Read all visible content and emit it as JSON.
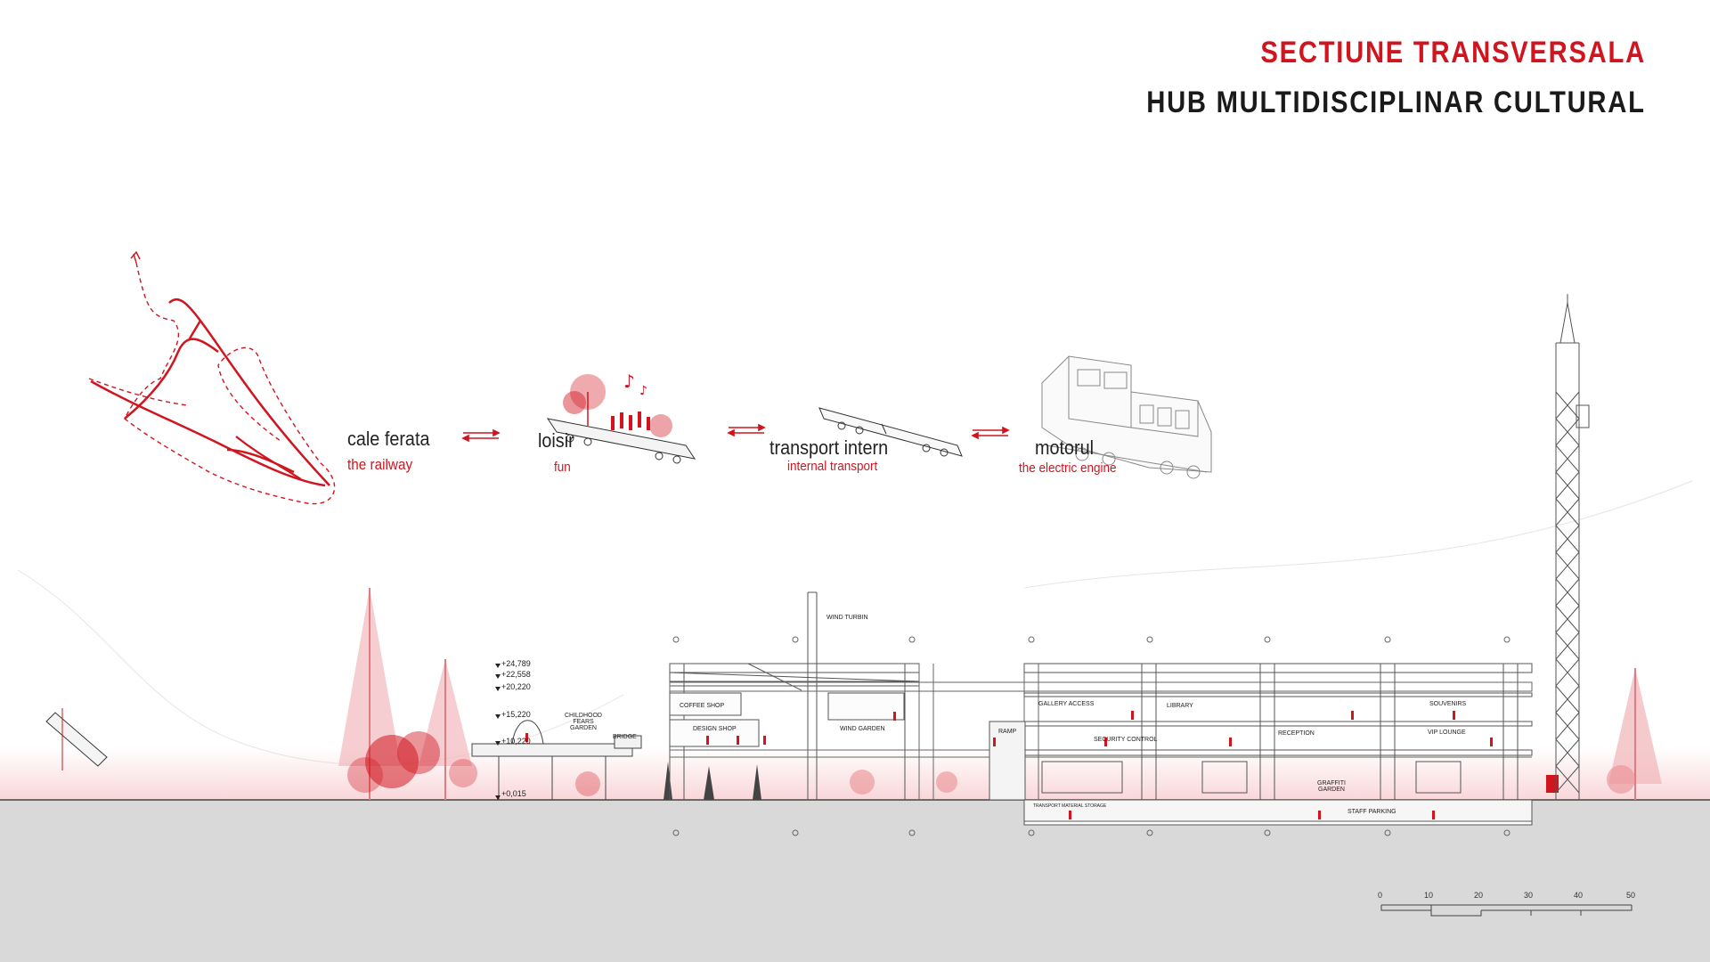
{
  "header": {
    "title_red": "SECTIUNE TRANSVERSALA",
    "title_black": "HUB MULTIDISCIPLINAR CULTURAL"
  },
  "concept": [
    {
      "label": "cale ferata",
      "sublabel": "the railway"
    },
    {
      "label": "loisir",
      "sublabel": "fun"
    },
    {
      "label": "transport intern",
      "sublabel": "internal transport"
    },
    {
      "label": "motorul",
      "sublabel": "the electric engine"
    }
  ],
  "section": {
    "labels": {
      "wind_turbin": "WIND TURBIN",
      "childhood_fears_garden": "CHILDHOOD FEARS GARDEN",
      "bridge": "BRIDGE",
      "coffee_shop": "COFFEE SHOP",
      "design_shop": "DESIGN SHOP",
      "wind_garden": "WIND GARDEN",
      "ramp": "RAMP",
      "gallery_access": "GALLERY ACCESS",
      "library": "LIBRARY",
      "security_control": "SECURITY CONTROL",
      "reception": "RECEPTION",
      "souvenirs": "SOUVENIRS",
      "vip_lounge": "VIP LOUNGE",
      "graffiti_garden": "GRAFFITI GARDEN",
      "transport_storage": "TRANSPORT MATERIAL STORAGE",
      "staff_parking": "STAFF PARKING"
    },
    "elevations": [
      "+24,789",
      "+22,558",
      "+20,220",
      "+15,220",
      "+10,220",
      "+0,015"
    ]
  },
  "scale_bar": {
    "ticks": [
      "0",
      "10",
      "20",
      "30",
      "40",
      "50"
    ]
  },
  "colors": {
    "accent": "#d0151f",
    "ground": "#d9d9d9",
    "line": "#555555"
  }
}
